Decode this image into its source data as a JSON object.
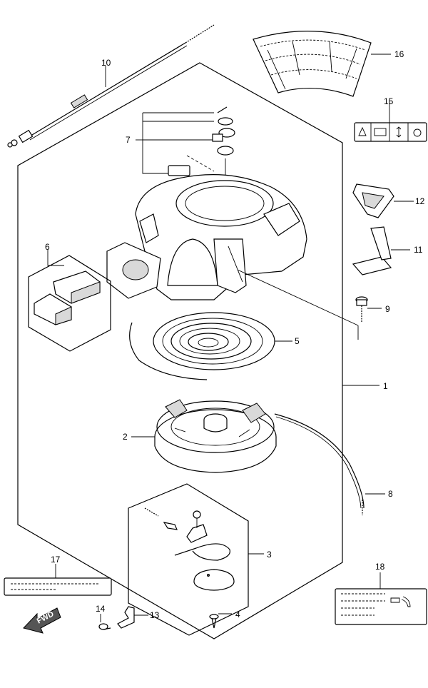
{
  "callouts": [
    "1",
    "2",
    "3",
    "4",
    "5",
    "6",
    "7",
    "8",
    "9",
    "10",
    "11",
    "12",
    "13",
    "14",
    "15",
    "16",
    "17",
    "18"
  ],
  "fwd_text": "FWD"
}
